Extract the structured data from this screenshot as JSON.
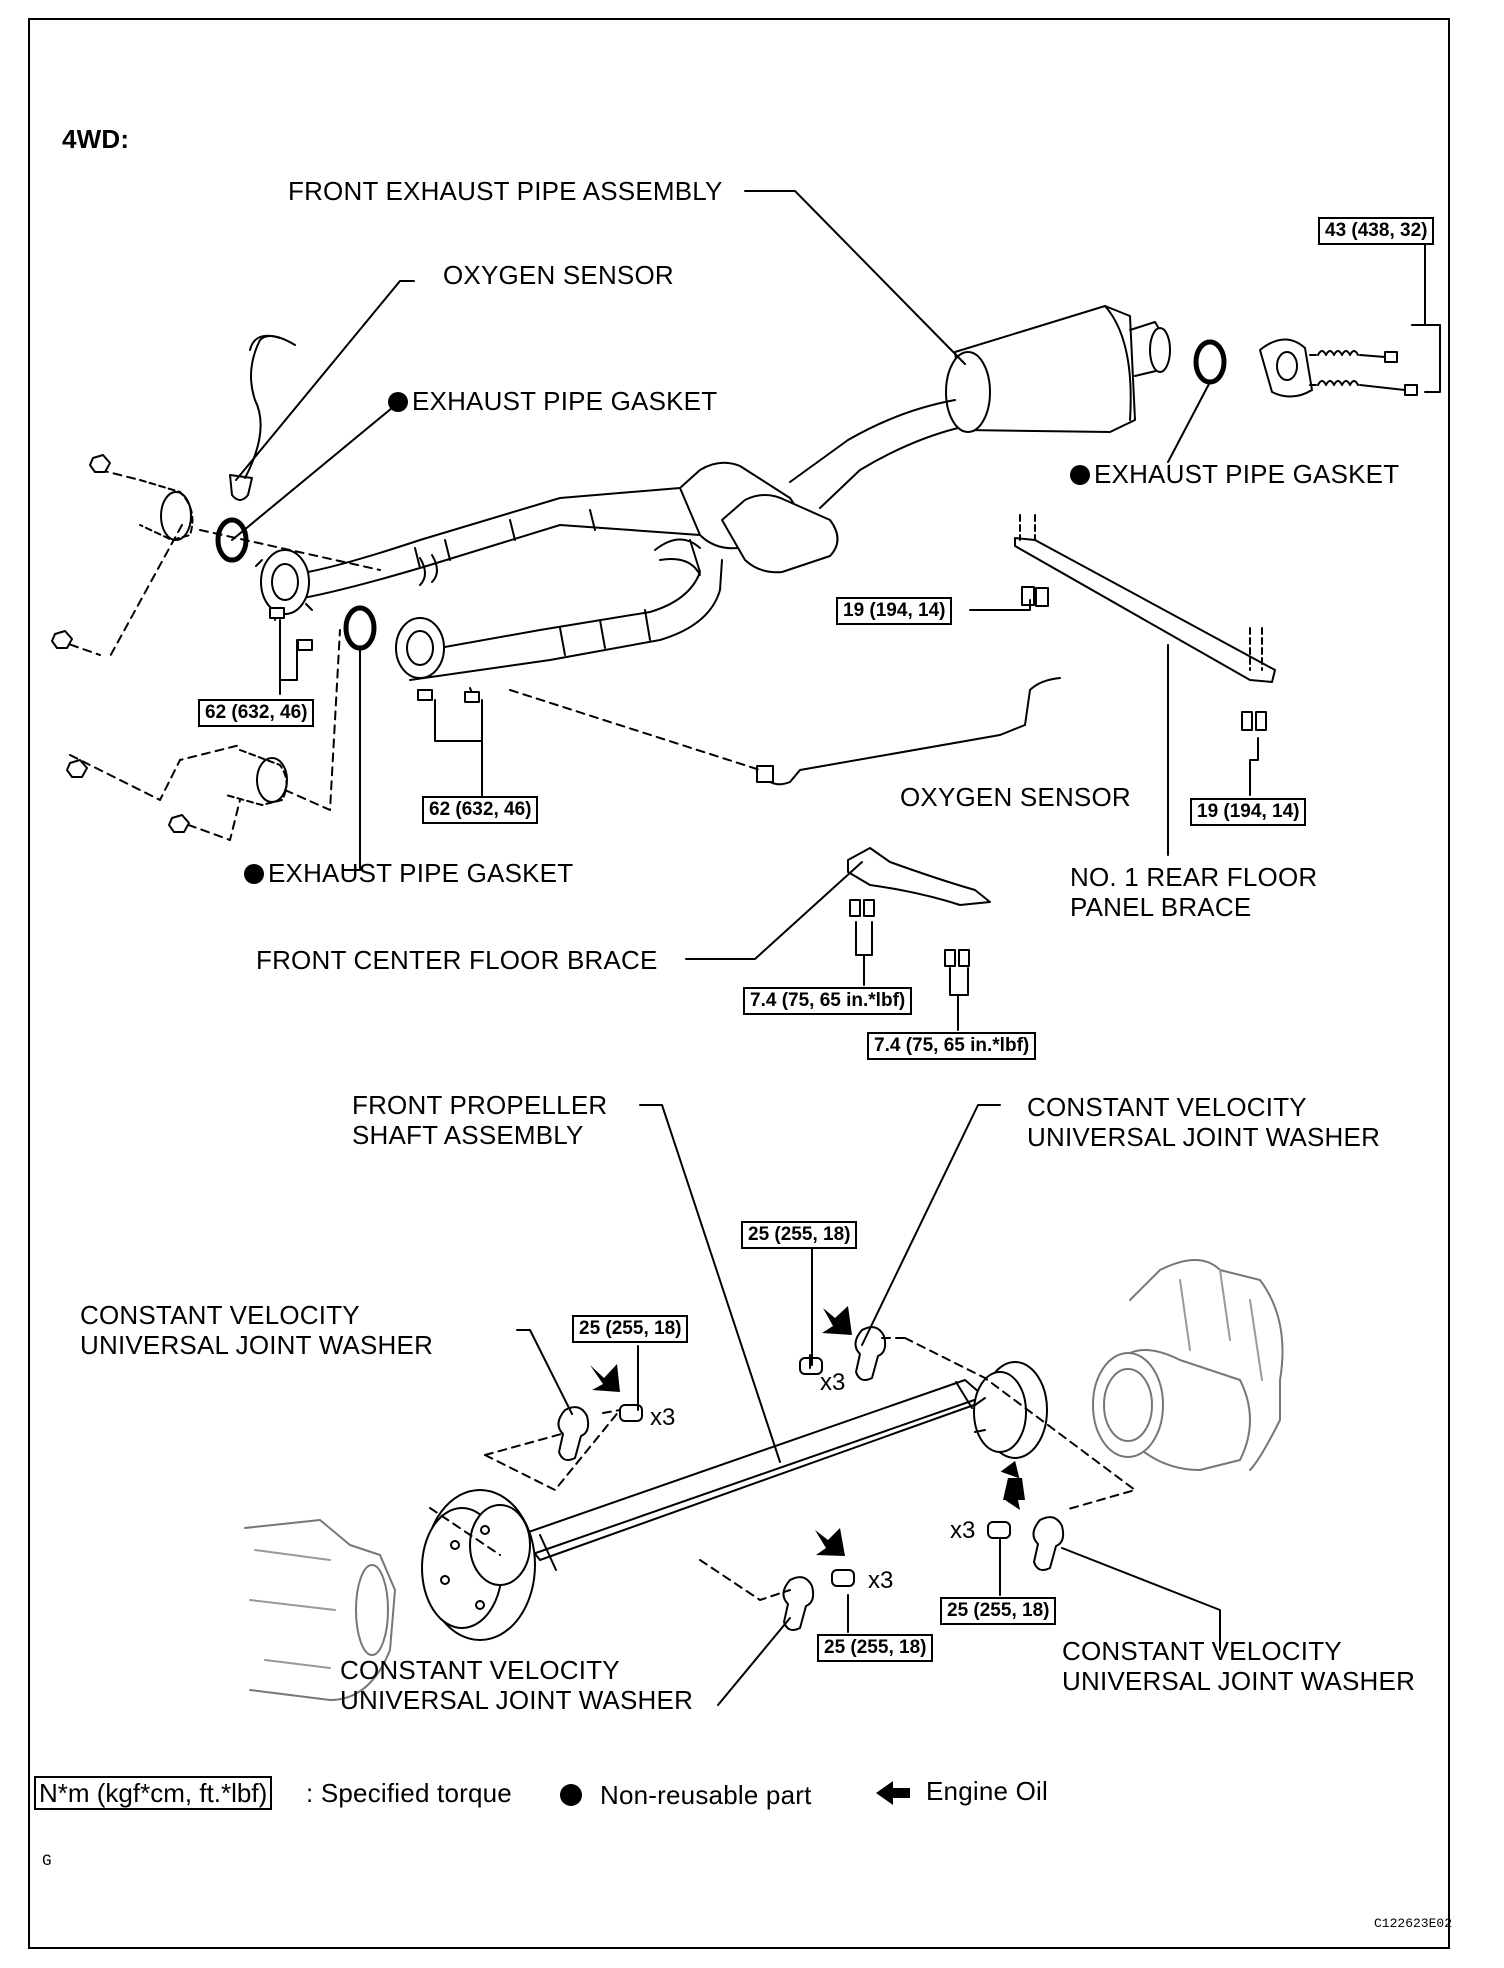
{
  "section": "4WD:",
  "labels": {
    "front_exhaust_pipe_assembly": "FRONT EXHAUST PIPE ASSEMBLY",
    "oxygen_sensor_top": "OXYGEN SENSOR",
    "exhaust_pipe_gasket_upper_left": "EXHAUST PIPE GASKET",
    "exhaust_pipe_gasket_right": "EXHAUST PIPE GASKET",
    "exhaust_pipe_gasket_lower_left": "EXHAUST PIPE GASKET",
    "oxygen_sensor_bottom": "OXYGEN SENSOR",
    "no1_rear_floor_panel_brace_l1": "NO. 1 REAR FLOOR",
    "no1_rear_floor_panel_brace_l2": "PANEL BRACE",
    "front_center_floor_brace": "FRONT CENTER FLOOR BRACE",
    "front_propeller_shaft_l1": "FRONT PROPELLER",
    "front_propeller_shaft_l2": "SHAFT ASSEMBLY",
    "cv_washer_top_right_l1": "CONSTANT VELOCITY",
    "cv_washer_top_right_l2": "UNIVERSAL JOINT WASHER",
    "cv_washer_left_l1": "CONSTANT VELOCITY",
    "cv_washer_left_l2": "UNIVERSAL JOINT WASHER",
    "cv_washer_bottom_center_l1": "CONSTANT VELOCITY",
    "cv_washer_bottom_center_l2": "UNIVERSAL JOINT WASHER",
    "cv_washer_bottom_right_l1": "CONSTANT VELOCITY",
    "cv_washer_bottom_right_l2": "UNIVERSAL JOINT WASHER"
  },
  "torques": {
    "t_43": "43 (438, 32)",
    "t_19_upper": "19 (194, 14)",
    "t_19_lower": "19 (194, 14)",
    "t_62_left": "62 (632, 46)",
    "t_62_center": "62 (632, 46)",
    "t_74_upper": "7.4 (75, 65 in.*lbf)",
    "t_74_lower": "7.4 (75, 65 in.*lbf)",
    "t_25_top": "25 (255, 18)",
    "t_25_left": "25 (255, 18)",
    "t_25_right": "25 (255, 18)",
    "t_25_bottom": "25 (255, 18)"
  },
  "multipliers": {
    "x3_a": "x3",
    "x3_b": "x3",
    "x3_c": "x3",
    "x3_d": "x3"
  },
  "legend": {
    "torque_box": "N*m (kgf*cm, ft.*lbf)",
    "torque_text": ": Specified torque",
    "non_reusable": "Non-reusable part",
    "engine_oil": "Engine Oil"
  },
  "footer": {
    "code_left": "G",
    "code_right": "C122623E02"
  },
  "icons": [
    "non-reusable-dot-icon",
    "engine-oil-arrow-icon"
  ]
}
